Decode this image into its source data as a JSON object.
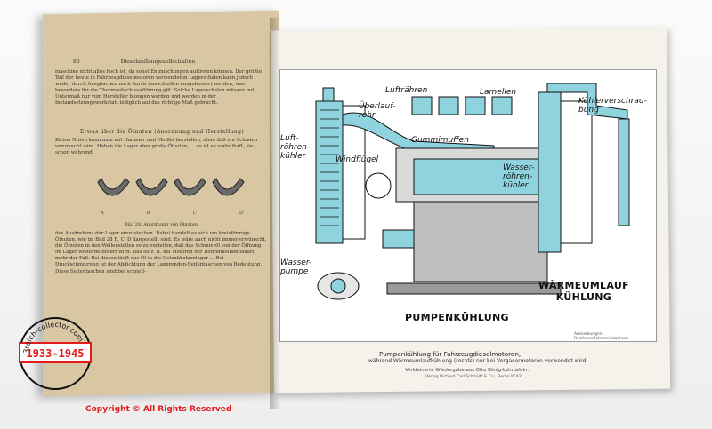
{
  "left_page": {
    "page_number": "80",
    "header": "Dieselaufbaugesellschaften",
    "paragraph_1": "maschine nicht alles hoch ist, da sonst Entmischungen auftreten können. Der größte Teil der heute in Fahrzeugdieselmotoren verwendeten Lagerschalen kann jedoch weder durch Ausgleichen noch durch Ausschleifen ausgebessert werden, was besonders für die Thermoabschlussführung gilt. Solche Lagerschalen müssen mit Untermaß nur vom Hersteller bezogen werden und werden in der Instandsetzungswerkstatt lediglich auf das richtige Maß gebracht.",
    "section_title": "Etwas über die Ölnuten (Anordnung und Herstellung)",
    "paragraph_2": "Kleine Nuten kann man mit Hammer und Meißel herstellen, ohne daß ein Schaden verursacht wird. Haben die Lager aber große Ölnuten, ... so ist es vorteilhaft, sie schon während",
    "figure_letters": [
      "A",
      "B",
      "C",
      "D"
    ],
    "figure_caption": "Bild 28. Anordnung von Ölnuten.",
    "paragraph_3": "des Ausdrehens der Lager einzustechen. Dabei handelt es sich um kreisförmige Ölnuten, wie im Bild 28 B, C, D dargestellt sind. Es wäre auch nicht immer erwünscht, die Ölnuten in den Wellenstellen so zu verteilen, daß das Schmieröl von der Öffnung im Lager weiterbefördert wird. Das ist z. B. bei Motoren der Röhrenkolbenbauart mehr der Fall. Bei diesen läuft das Öl in die Gelenkbolzenlager ... Bei Druckschmierung ist der Abdichtung der Lagerenden-Seitentaschen von Bedeutung. Diese Seitentaschen sind bei schnell-"
  },
  "diagram": {
    "labels": {
      "luftrohren": "Lufträhren",
      "ueberlaufrohr": "Überlauf-\nrohr",
      "lamellen": "Lamellen",
      "kuehlerverschraubung": "Kühlerverschrau-\nbung",
      "gummimuffen": "Gummimuffen",
      "luftrohrenkuehler": "Luft-\nröhren-\nkühler",
      "windfluegel": "Windflügel",
      "wasserrohrenkuehler": "Wasser-\nröhren-\nkühler",
      "wasserpumpe": "Wasser-\npumpe"
    },
    "titles": {
      "pump_cooling": "PUMPENKÜHLUNG",
      "thermo_cooling": "WÄRMEUMLAUF\nKÜHLUNG"
    },
    "corner_note": "Anmerkungen: Reichsverkehrsministerium"
  },
  "caption": {
    "main": "Pumpenkühlung für Fahrzeugdieselmotoren,",
    "sub": "während Wärmeumlaufkühlung (rechts) nur bei Vergasermotoren verwendet wird.",
    "line3": "Verkleinerte Wiedergabe aus Otto König-Lehrtafeln.",
    "line4": "Verlag Richard Carl Schmidt & Co., Berlin W 62."
  },
  "watermark": {
    "copyright": "Copyright © All Rights Reserved",
    "stamp_text": "3reich-collector.com",
    "stamp_years": "1933-1945"
  },
  "colors": {
    "water_blue": "#8fd3df",
    "page_tan": "#d8c7a2",
    "red": "#e21b1b"
  }
}
